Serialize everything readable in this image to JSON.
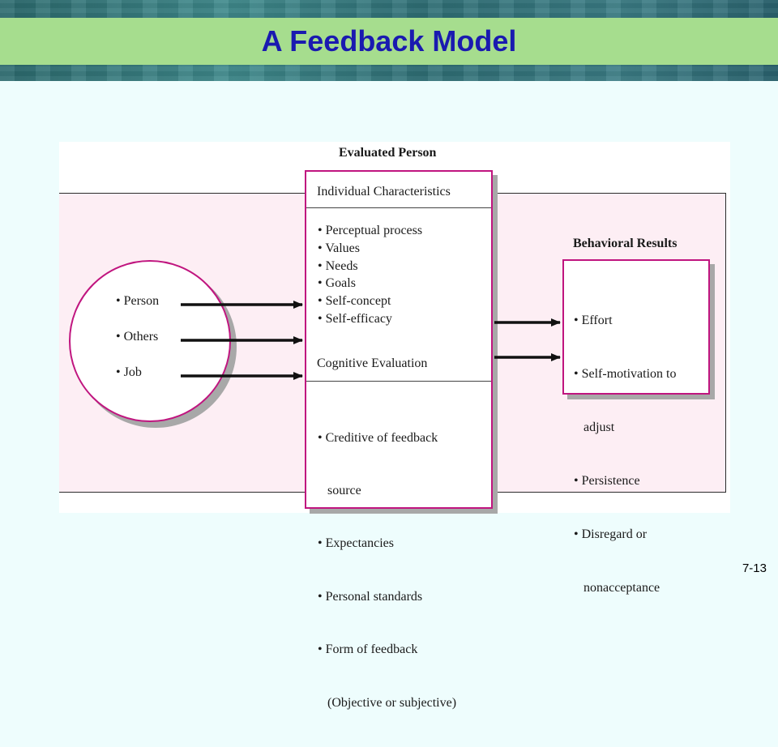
{
  "slide": {
    "title": "A Feedback Model",
    "number": "7-13"
  },
  "diagram": {
    "evaluated_person_label": "Evaluated Person",
    "sources": [
      "• Person",
      "• Others",
      "• Job"
    ],
    "individual_characteristics": {
      "heading": "Individual Characteristics",
      "items": [
        "• Perceptual process",
        "• Values",
        "• Needs",
        "• Goals",
        "• Self-concept",
        "• Self-efficacy"
      ]
    },
    "cognitive_evaluation": {
      "heading": "Cognitive Evaluation",
      "items": [
        "• Creditive of feedback",
        "   source",
        "• Expectancies",
        "• Personal standards",
        "• Form of feedback",
        "   (Objective or subjective)"
      ]
    },
    "behavioral_results": {
      "heading": "Behavioral Results",
      "items": [
        "• Effort",
        "• Self-motivation to",
        "   adjust",
        "• Persistence",
        "• Disregard or",
        "   nonacceptance"
      ]
    }
  },
  "colors": {
    "title_text": "#1a1ab0",
    "title_band": "#a6dd8e",
    "box_border": "#c0157f",
    "panel_fill": "#fdeef4"
  }
}
